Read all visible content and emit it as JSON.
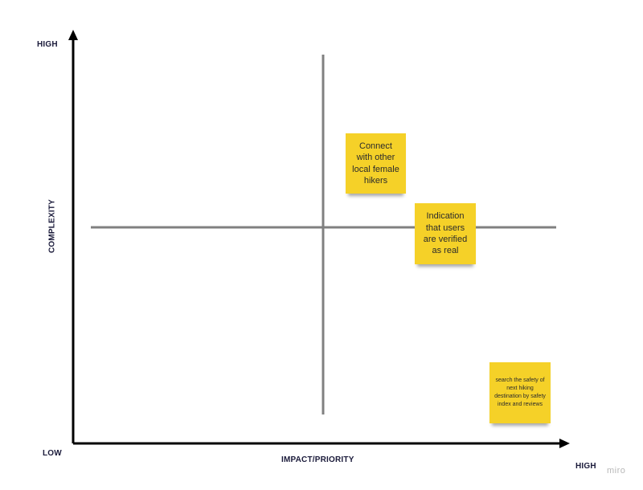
{
  "axes": {
    "y_high_label": "HIGH",
    "y_axis_title": "COMPLEXITY",
    "origin_low_label": "LOW",
    "x_axis_title": "IMPACT/PRIORITY",
    "x_high_label": "HIGH"
  },
  "notes": [
    {
      "text": "Connect with other local female hikers"
    },
    {
      "text": "Indication that users are verified as real"
    },
    {
      "text": "search the safety of next hiking destination by safety index and reviews"
    }
  ],
  "brand": {
    "text": "miro"
  },
  "colors": {
    "sticky": "#f5d128",
    "axis": "#000000",
    "quadrant_lines": "#808080",
    "labels": "#1a1a3a",
    "brand": "#b8b8b8"
  }
}
